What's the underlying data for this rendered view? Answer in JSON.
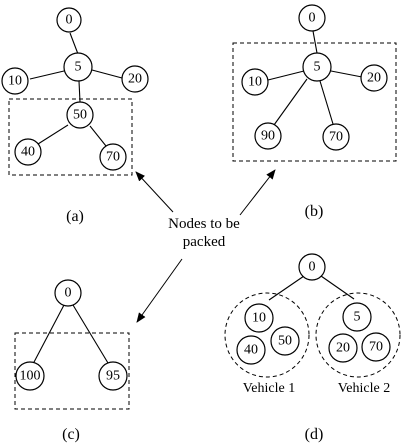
{
  "panels": {
    "a": {
      "label": "(a)",
      "nodes": {
        "n0": "0",
        "n5": "5",
        "n10": "10",
        "n20": "20",
        "n50": "50",
        "n40": "40",
        "n70": "70"
      }
    },
    "b": {
      "label": "(b)",
      "nodes": {
        "n0": "0",
        "n5": "5",
        "n10": "10",
        "n20": "20",
        "n90": "90",
        "n70": "70"
      }
    },
    "c": {
      "label": "(c)",
      "nodes": {
        "n0": "0",
        "n100": "100",
        "n95": "95"
      }
    },
    "d": {
      "label": "(d)",
      "nodes": {
        "n0": "0",
        "n10": "10",
        "n40": "40",
        "n50": "50",
        "n5": "5",
        "n20": "20",
        "n70": "70"
      },
      "vehicle1": "Vehicle 1",
      "vehicle2": "Vehicle 2"
    }
  },
  "center_label": {
    "line1": "Nodes to be",
    "line2": "packed"
  }
}
